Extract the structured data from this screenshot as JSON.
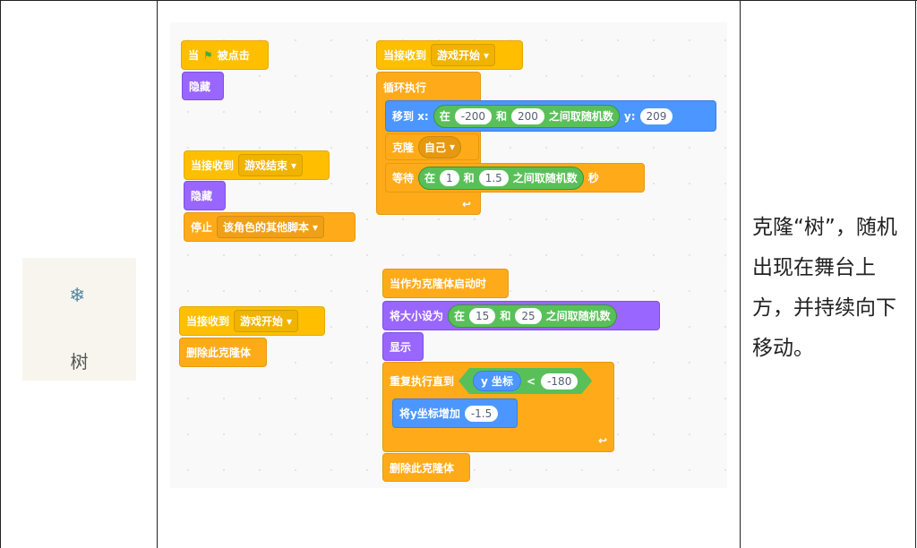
{
  "sprite": {
    "name": "树",
    "icon": "tree-icon"
  },
  "description": "克隆“树”，随机出现在舞台上方，并持续向下移动。",
  "colors": {
    "events": "#ffbf00",
    "control": "#ffab19",
    "looks": "#9966ff",
    "motion": "#4c97ff",
    "operators": "#59c059"
  },
  "scripts": {
    "s1": {
      "hat_when": "当",
      "hat_clicked": "被点击",
      "hide": "隐藏"
    },
    "s2": {
      "hat": "当接收到",
      "message": "游戏结束",
      "hide": "隐藏",
      "stop": "停止",
      "stop_option": "该角色的其他脚本"
    },
    "s3": {
      "hat": "当接收到",
      "message": "游戏开始",
      "delete": "删除此克隆体"
    },
    "s4": {
      "hat": "当接收到",
      "message": "游戏开始",
      "forever": "循环执行",
      "goto": "移到 x:",
      "in": "在",
      "x_from": "-200",
      "and": "和",
      "x_to": "200",
      "random": "之间取随机数",
      "y_label": "y:",
      "y": "209",
      "clone": "克隆",
      "clone_option": "自己",
      "wait": "等待",
      "w_from": "1",
      "w_to": "1.5",
      "seconds": "秒"
    },
    "s5": {
      "hat": "当作为克隆体启动时",
      "size": "将大小设为",
      "in": "在",
      "s_from": "15",
      "and": "和",
      "s_to": "25",
      "random": "之间取随机数",
      "show": "显示",
      "repeat": "重复执行直到",
      "ypos": "y 坐标",
      "lt": "<",
      "limit": "-180",
      "change": "将y坐标增加",
      "delta": "-1.5",
      "delete": "删除此克隆体"
    }
  }
}
